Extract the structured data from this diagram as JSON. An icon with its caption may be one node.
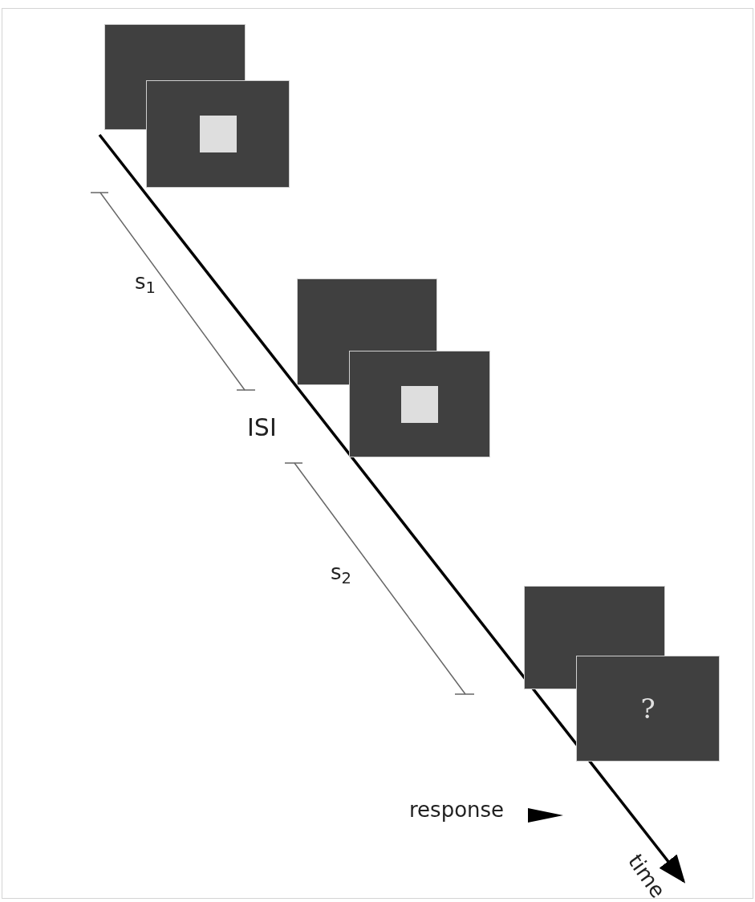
{
  "diagram": {
    "nodes": [
      {
        "text": [],
        "shape": "box"
      },
      {
        "text": [],
        "shape": "box"
      },
      {
        "text": [],
        "shape": "box"
      },
      {
        "text": [],
        "shape": "box"
      },
      {
        "text": [],
        "shape": "box"
      },
      {
        "text": [
          "?"
        ]
      }
    ],
    "labels": [
      "s$_{1}$",
      "ISI",
      "s$_{2}$",
      "response",
      "time"
    ]
  }
}
